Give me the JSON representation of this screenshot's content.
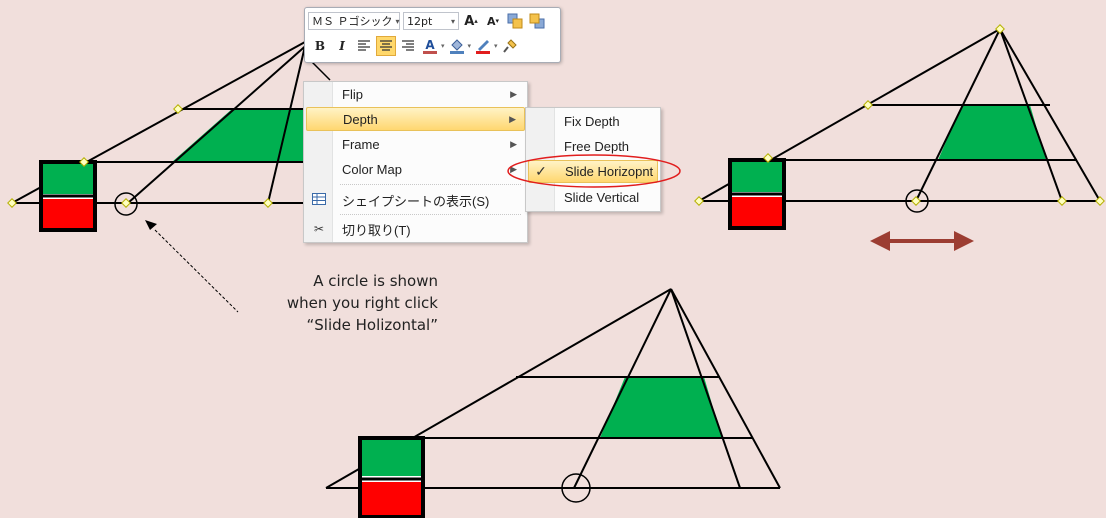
{
  "toolbar": {
    "font_name": "ＭＳ Ｐゴシック",
    "font_size": "12pt",
    "buttons": [
      "grow-font",
      "shrink-font",
      "bring-forward",
      "send-backward",
      "bold",
      "italic",
      "align-left",
      "align-center",
      "align-right",
      "font-color",
      "fill-color",
      "line-color",
      "format-painter"
    ],
    "active_button": "align-center"
  },
  "context_menu": {
    "items": [
      {
        "label": "Flip",
        "has_submenu": true,
        "icon": ""
      },
      {
        "label": "Depth",
        "has_submenu": true,
        "icon": "",
        "highlighted": true
      },
      {
        "label": "Frame",
        "has_submenu": true,
        "icon": ""
      },
      {
        "label": "Color Map",
        "has_submenu": true,
        "icon": ""
      },
      {
        "label": "シェイプシートの表示(S)",
        "has_submenu": false,
        "icon": "shapesheet-icon"
      },
      {
        "label": "切り取り(T)",
        "has_submenu": false,
        "icon": "scissors-icon"
      }
    ]
  },
  "submenu": {
    "items": [
      {
        "label": "Fix Depth",
        "checked": false
      },
      {
        "label": "Free Depth",
        "checked": false
      },
      {
        "label": "Slide Horizopnt",
        "checked": true,
        "highlighted": true
      },
      {
        "label": "Slide Vertical",
        "checked": false
      }
    ]
  },
  "annotation": {
    "line1": "A circle is shown",
    "line2": "when you right click",
    "line3": "“Slide Holizontal”"
  },
  "colors": {
    "background": "#f1dfdc",
    "green": "#00b050",
    "red": "#ff0000",
    "arrow": "#9c3d32",
    "highlight_ellipse": "#e11d1d",
    "handle": "#ffffc0"
  }
}
